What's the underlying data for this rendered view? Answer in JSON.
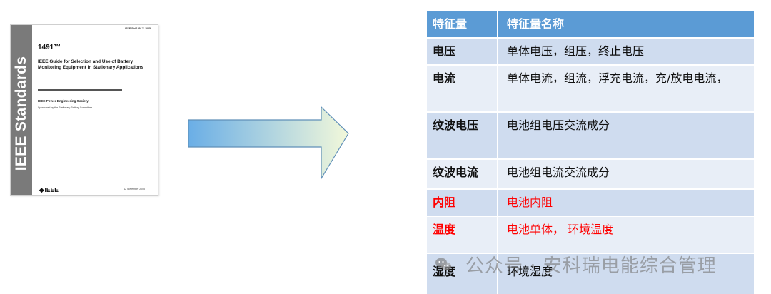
{
  "document": {
    "spine_text": "IEEE Standards",
    "std_number_small": "IEEE Std 1491™-2005",
    "number": "1491™",
    "title": "IEEE Guide for Selection and Use of Battery Monitoring Equipment in Stationary Applications",
    "society": "IEEE Power Engineering Society",
    "sponsor": "Sponsored by the Stationary Battery Committee",
    "logo": "IEEE",
    "date": "12 November 2005"
  },
  "arrow": {
    "icon": "right-arrow-icon",
    "gradient_start": "#6aaee6",
    "gradient_end": "#f2f8da",
    "stroke": "#5f8fb8"
  },
  "table": {
    "header": [
      "特征量",
      "特征量名称"
    ],
    "rows": [
      {
        "name": "电压",
        "desc": "单体电压，组压，终止电压",
        "highlight": false
      },
      {
        "name": "电流",
        "desc": "单体电流，组流，浮充电流，充/放电电流，",
        "highlight": false
      },
      {
        "name": "纹波电压",
        "desc": "电池组电压交流成分",
        "highlight": false
      },
      {
        "name": "纹波电流",
        "desc": "电池组电流交流成分",
        "highlight": false
      },
      {
        "name": "内阻",
        "desc": "电池内阻",
        "highlight": true
      },
      {
        "name": "温度",
        "desc": "电池单体， 环境温度",
        "highlight": true
      },
      {
        "name": "湿度",
        "desc": "环境湿度",
        "highlight": false
      }
    ],
    "colors": {
      "header": "#5b9bd5",
      "row_dark": "#cfdcef",
      "row_light": "#e8eef7",
      "highlight_text": "#ff0000"
    }
  },
  "watermark": {
    "icon": "wechat-icon",
    "text": "公众号 · 安科瑞电能综合管理"
  }
}
